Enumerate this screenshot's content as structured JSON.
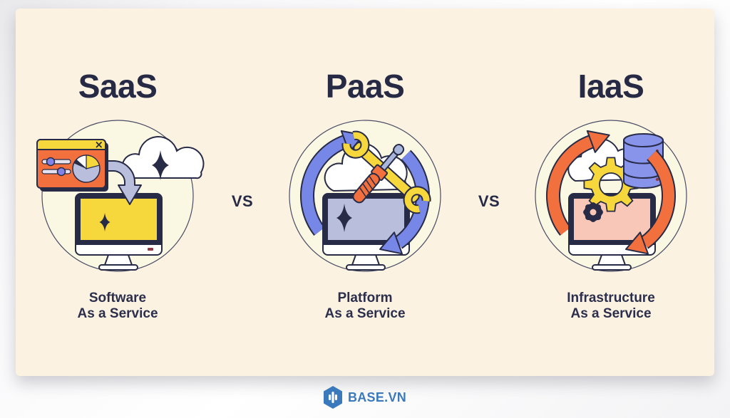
{
  "card": {
    "background": "#FCF2E2"
  },
  "columns": [
    {
      "key": "saas",
      "title": "SaaS",
      "subtitle_line1": "Software",
      "subtitle_line2": "As a Service",
      "illustration": "cloud app window downloading software to a monitor"
    },
    {
      "key": "paas",
      "title": "PaaS",
      "subtitle_line1": "Platform",
      "subtitle_line2": "As a Service",
      "illustration": "cloud with wrench and screwdriver cycling to a monitor"
    },
    {
      "key": "iaas",
      "title": "IaaS",
      "subtitle_line1": "Infrastructure",
      "subtitle_line2": "As a Service",
      "illustration": "cloud with gear and database stack cycling to a monitor"
    }
  ],
  "separators": {
    "first": "VS",
    "second": "VS"
  },
  "footer": {
    "brand": "BASE.VN"
  },
  "colors": {
    "navy": "#272B46",
    "cream_card": "#FCF2E2",
    "circle_fill": "#FAF7E2",
    "yellow": "#F6D73C",
    "orange": "#F2703E",
    "lavender": "#B9BEDC",
    "periwinkle_arrow": "#7787E8",
    "salmon_screen": "#F8C7B8",
    "database_blue": "#8894EA",
    "slider_knob": "#8084E8",
    "red_dot": "#8F3B46",
    "logo_blue": "#3B79BD"
  },
  "icons": {
    "cloud": "cloud-icon",
    "sparkle": "four-point-star-icon",
    "app_window": "app-window-icon",
    "download_arrow": "curved-download-arrow-icon",
    "monitor": "monitor-icon",
    "wrench": "wrench-icon",
    "screwdriver": "screwdriver-icon",
    "cycle_arrows": "cycle-arrows-icon",
    "gear": "gear-icon",
    "database": "database-stack-icon",
    "brand_logo": "base-hexagon-logo-icon"
  }
}
